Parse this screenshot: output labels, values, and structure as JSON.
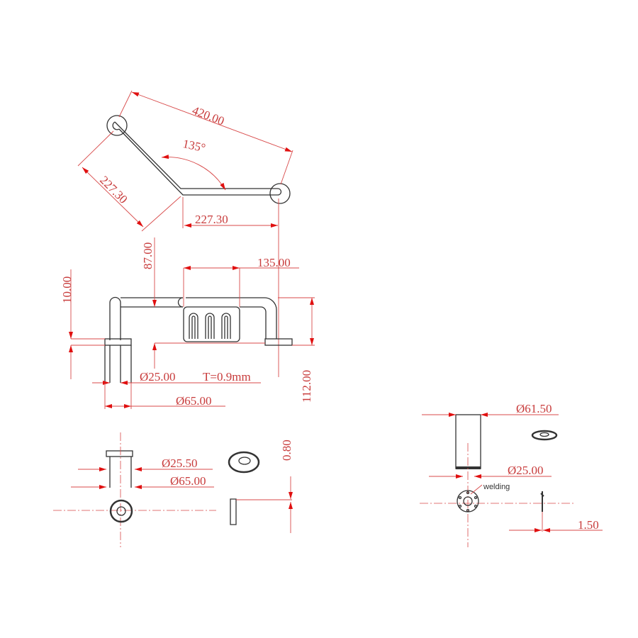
{
  "drawing": {
    "top_view": {
      "overall_length": "420.00",
      "angle": "135°",
      "leg_length_diagonal": "227.30",
      "leg_length_horizontal": "227.30"
    },
    "front_view": {
      "height_to_tube": "87.00",
      "basket_width": "135.00",
      "flange_thickness": "10.00",
      "total_height": "112.00",
      "tube_diameter": "Ø25.00",
      "wall_thickness": "T=0.9mm",
      "flange_diameter": "Ø65.00"
    },
    "flange_detail": {
      "inner_diameter": "Ø25.50",
      "outer_diameter": "Ø65.00",
      "plate_thickness": "0.80"
    },
    "base_detail": {
      "outer_diameter": "Ø61.50",
      "tube_diameter": "Ø25.00",
      "welding_note": "welding",
      "plate_thickness": "1.50"
    }
  },
  "colors": {
    "dimension": "#d84a4a",
    "arrow": "#e01010",
    "outline": "#333333"
  }
}
